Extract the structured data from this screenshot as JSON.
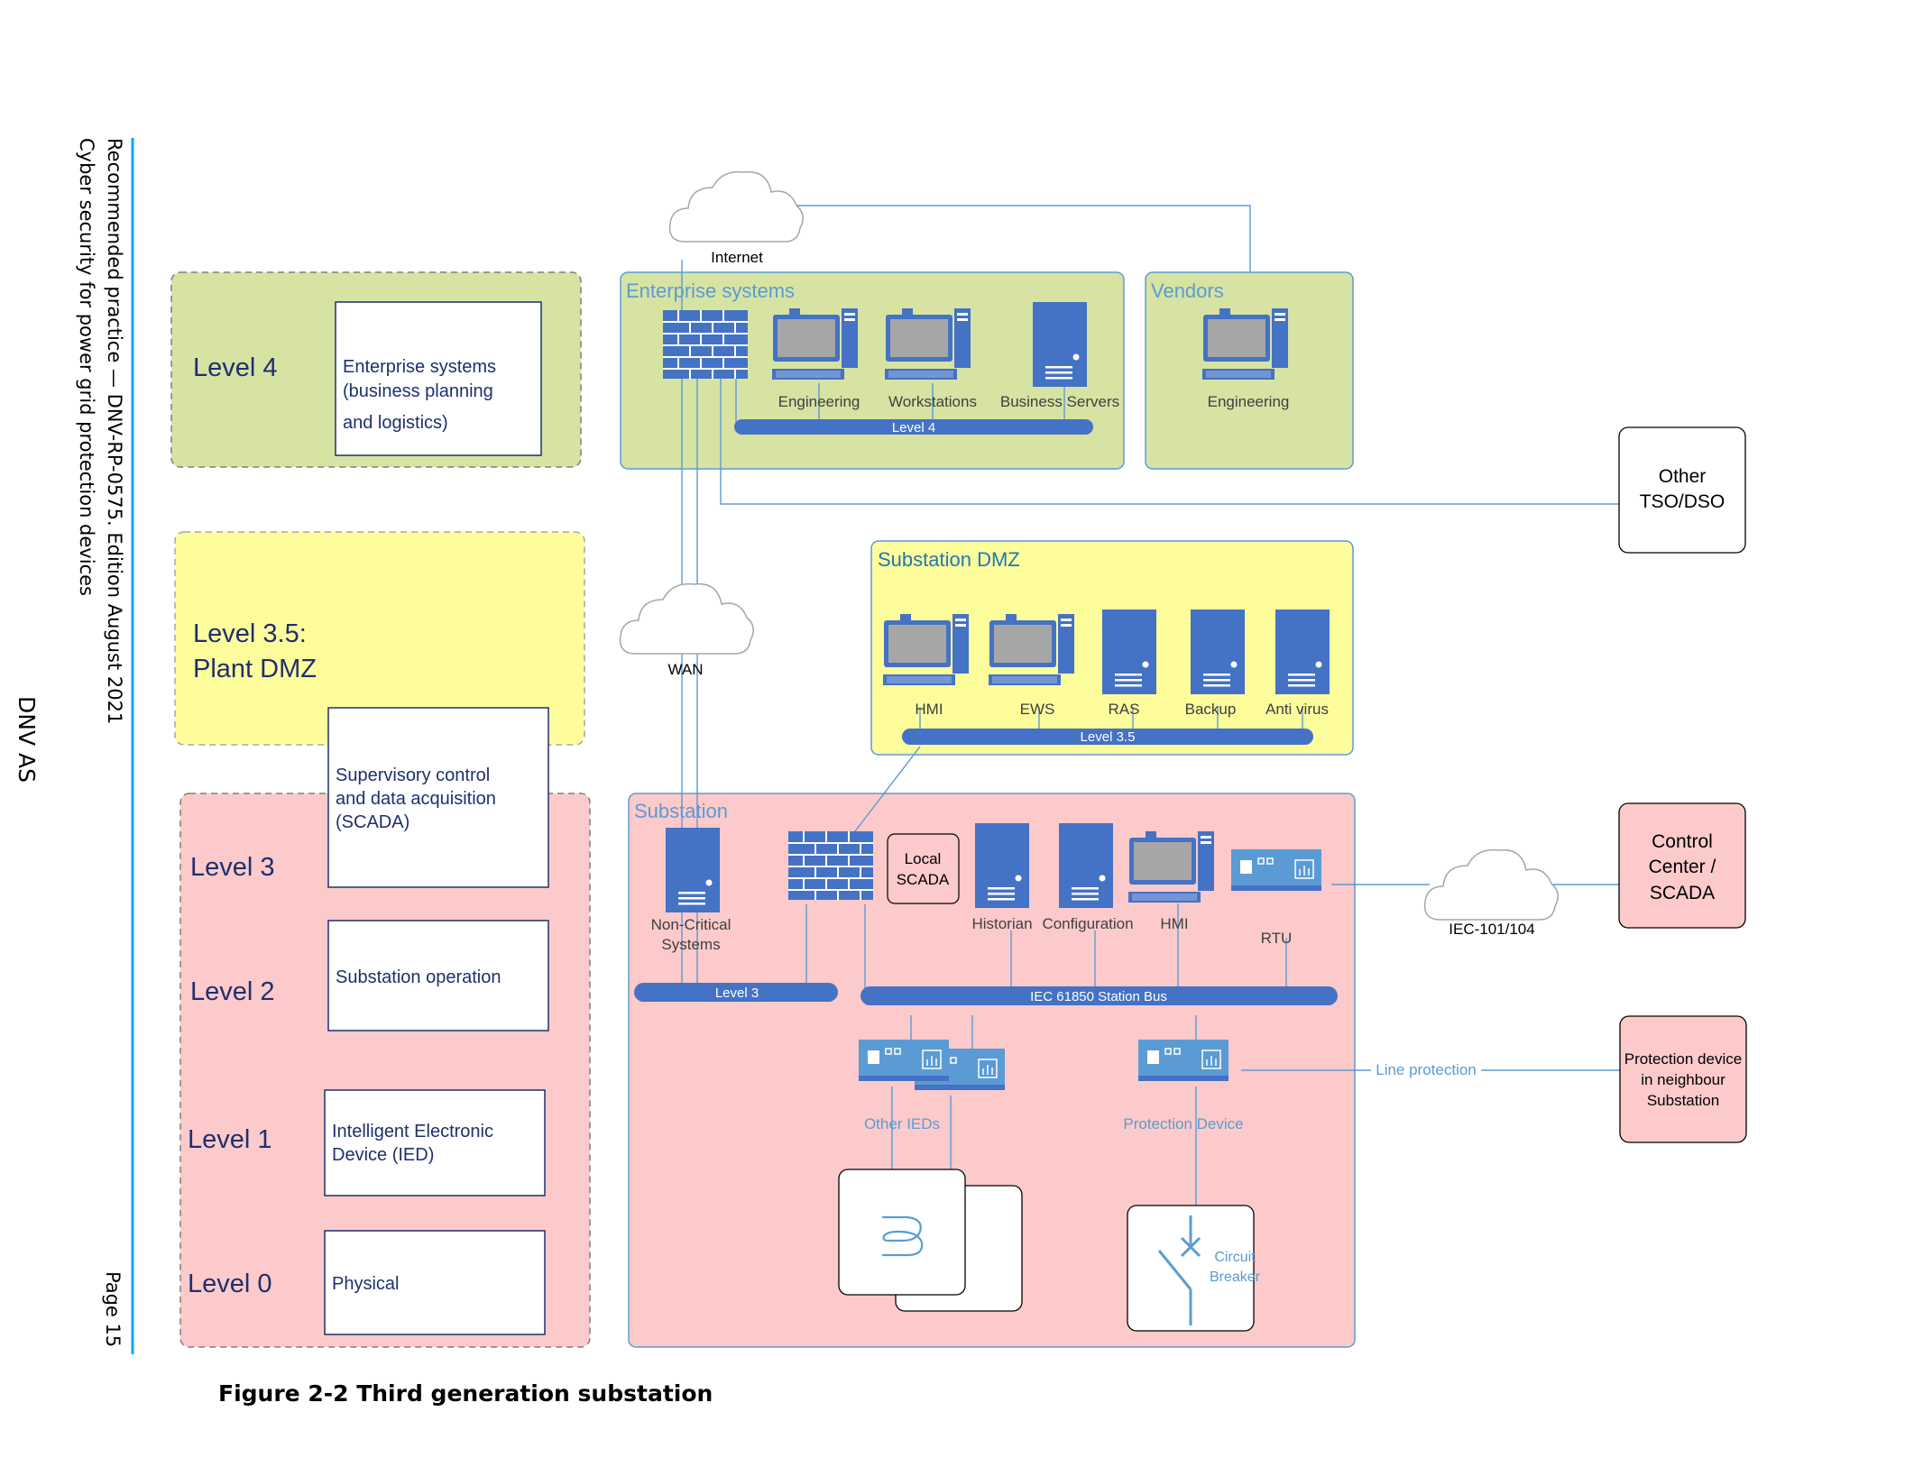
{
  "header": {
    "line1": "Recommended practice — DNV-RP-0575. Edition August 2021",
    "line2": "Cyber security for power grid protection devices",
    "company": "DNV AS",
    "page": "Page 15"
  },
  "levels": [
    {
      "label": "Level 4",
      "desc": [
        "Enterprise systems",
        "(business planning",
        "and logistics)"
      ]
    },
    {
      "label_lines": [
        "Level 3.5:",
        "Plant DMZ"
      ]
    },
    {
      "label": "Level 3",
      "desc": [
        "Supervisory control",
        "and data acquisition",
        "(SCADA)"
      ]
    },
    {
      "label": "Level 2",
      "desc": [
        "Substation operation"
      ]
    },
    {
      "label": "Level 1",
      "desc": [
        "Intelligent Electronic",
        "Device (IED)"
      ]
    },
    {
      "label": "Level 0",
      "desc": [
        "Physical"
      ]
    }
  ],
  "zones": {
    "enterprise": "Enterprise systems",
    "vendors": "Vendors",
    "dmz": "Substation DMZ",
    "substation": "Substation"
  },
  "clouds": {
    "internet": "Internet",
    "wan": "WAN",
    "iec": "IEC-101/104"
  },
  "devices": {
    "l4_engineering": "Engineering",
    "l4_workstations": "Workstations",
    "l4_servers": "Business Servers",
    "vendor_engineering": "Engineering",
    "dmz_hmi": "HMI",
    "dmz_ews": "EWS",
    "dmz_ras": "RAS",
    "dmz_backup": "Backup",
    "dmz_antivirus": "Anti virus",
    "noncritical": [
      "Non-Critical",
      "Systems"
    ],
    "local_scada": [
      "Local",
      "SCADA"
    ],
    "historian": "Historian",
    "configuration": "Configuration",
    "sub_hmi": "HMI",
    "rtu": "RTU",
    "other_ieds": "Other IEDs",
    "protection_device": "Protection Device",
    "circuit_breaker": [
      "Circuit",
      "Breaker"
    ]
  },
  "buses": {
    "l4": "Level 4",
    "l35": "Level 3.5",
    "l3": "Level 3",
    "station": "IEC 61850 Station Bus"
  },
  "external": {
    "tso": [
      "Other",
      "TSO/DSO"
    ],
    "control": [
      "Control",
      "Center /",
      "SCADA"
    ],
    "neighbour": [
      "Protection device",
      "in neighbour",
      "Substation"
    ],
    "line_protection": "Line protection"
  },
  "caption": "Figure 2-2 Third generation substation",
  "colors": {
    "l4_fill": "#d6e3a3",
    "dmz_fill": "#fdfd9c",
    "sub_fill": "#fccaca",
    "device_blue": "#4472c4",
    "line_blue": "#5b9bd5",
    "zone_title": "#5b9bd5",
    "level_text": "#1f2f6e"
  }
}
